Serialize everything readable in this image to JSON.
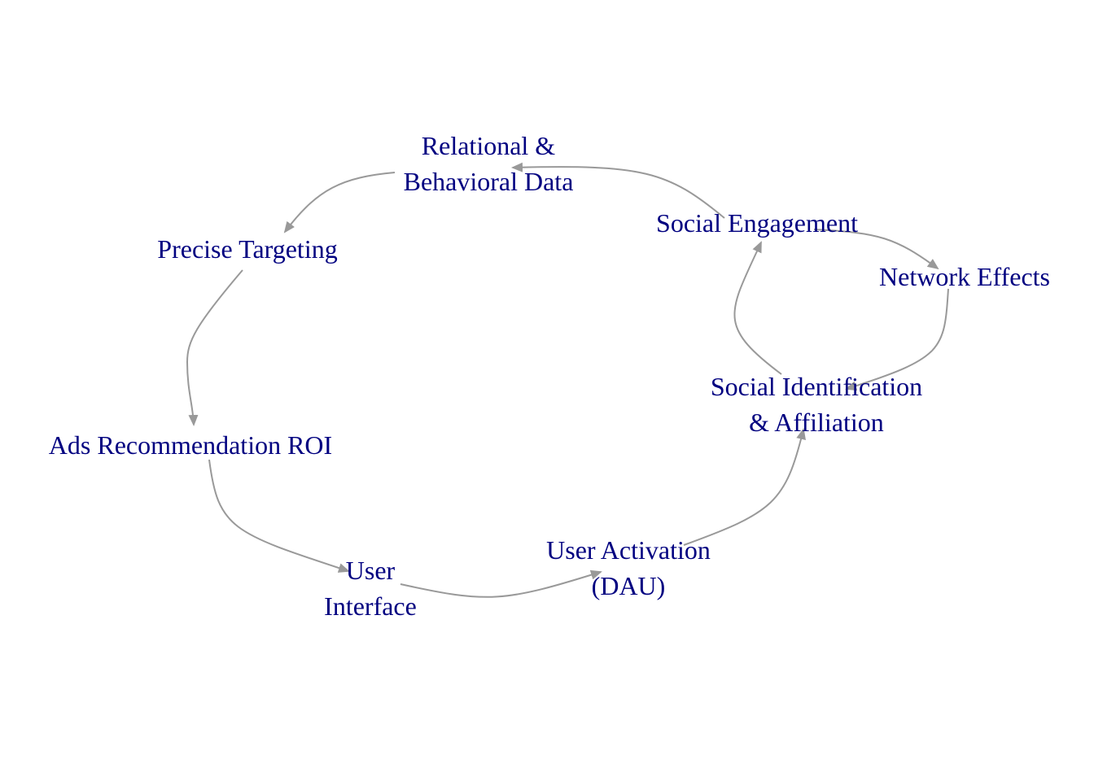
{
  "diagram": {
    "colors": {
      "label": "#000080",
      "edge": "#999999",
      "background": "#ffffff"
    },
    "nodes": {
      "relational_data": {
        "lines": [
          "Relational &",
          "Behavioral Data"
        ]
      },
      "social_engagement": {
        "lines": [
          "Social Engagement"
        ]
      },
      "network_effects": {
        "lines": [
          "Network Effects"
        ]
      },
      "social_identification": {
        "lines": [
          "Social Identification",
          "& Affiliation"
        ]
      },
      "user_activation": {
        "lines": [
          "User Activation",
          "(DAU)"
        ]
      },
      "user_interface": {
        "lines": [
          "User",
          "Interface"
        ]
      },
      "ads_roi": {
        "lines": [
          "Ads Recommendation ROI"
        ]
      },
      "precise_targeting": {
        "lines": [
          "Precise Targeting"
        ]
      }
    },
    "edges": [
      {
        "from": "relational_data",
        "to": "precise_targeting"
      },
      {
        "from": "precise_targeting",
        "to": "ads_roi"
      },
      {
        "from": "ads_roi",
        "to": "user_interface"
      },
      {
        "from": "user_interface",
        "to": "user_activation"
      },
      {
        "from": "user_activation",
        "to": "social_identification"
      },
      {
        "from": "social_identification",
        "to": "social_engagement"
      },
      {
        "from": "social_engagement",
        "to": "network_effects"
      },
      {
        "from": "network_effects",
        "to": "social_identification"
      },
      {
        "from": "social_engagement",
        "to": "relational_data"
      }
    ]
  }
}
